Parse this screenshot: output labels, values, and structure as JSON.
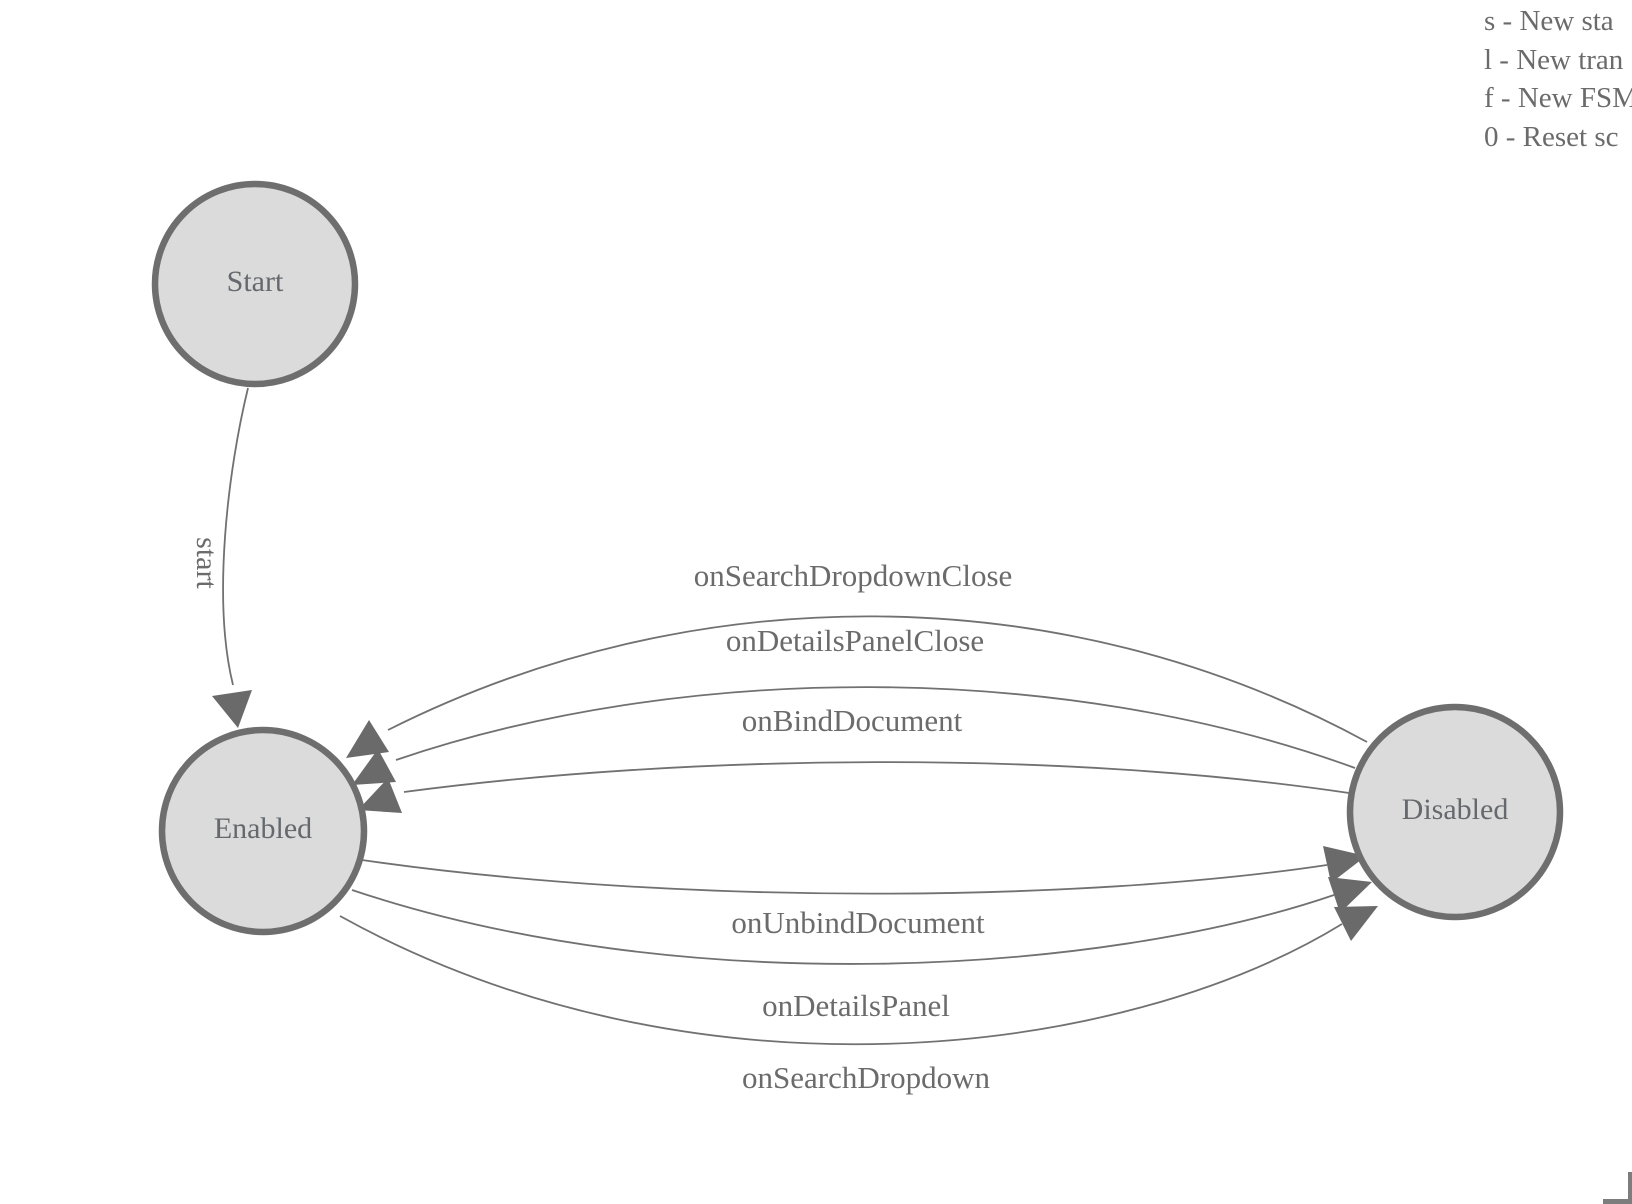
{
  "legend": {
    "lines": [
      "s - New sta",
      "l - New tran",
      "f - New FSM",
      "0 - Reset sc"
    ]
  },
  "nodes": {
    "start": {
      "label": "Start"
    },
    "enabled": {
      "label": "Enabled"
    },
    "disabled": {
      "label": "Disabled"
    }
  },
  "edges": {
    "start_to_enabled": {
      "label": "start"
    },
    "disabled_to_enabled": [
      {
        "label": "onSearchDropdownClose"
      },
      {
        "label": "onDetailsPanelClose"
      },
      {
        "label": "onBindDocument"
      }
    ],
    "enabled_to_disabled": [
      {
        "label": "onUnbindDocument"
      },
      {
        "label": "onDetailsPanel"
      },
      {
        "label": "onSearchDropdown"
      }
    ]
  },
  "colors": {
    "node_fill": "#dbdbdb",
    "node_stroke": "#6e6e6e",
    "edge_line": "#717171",
    "arrowhead": "#6a6a6a",
    "edge_label_text": "#6b6b6b",
    "node_label_text": "#65696e",
    "legend_text": "#6b6b6b",
    "scrollbar": "#7d7d7d",
    "background": "#ffffff"
  }
}
